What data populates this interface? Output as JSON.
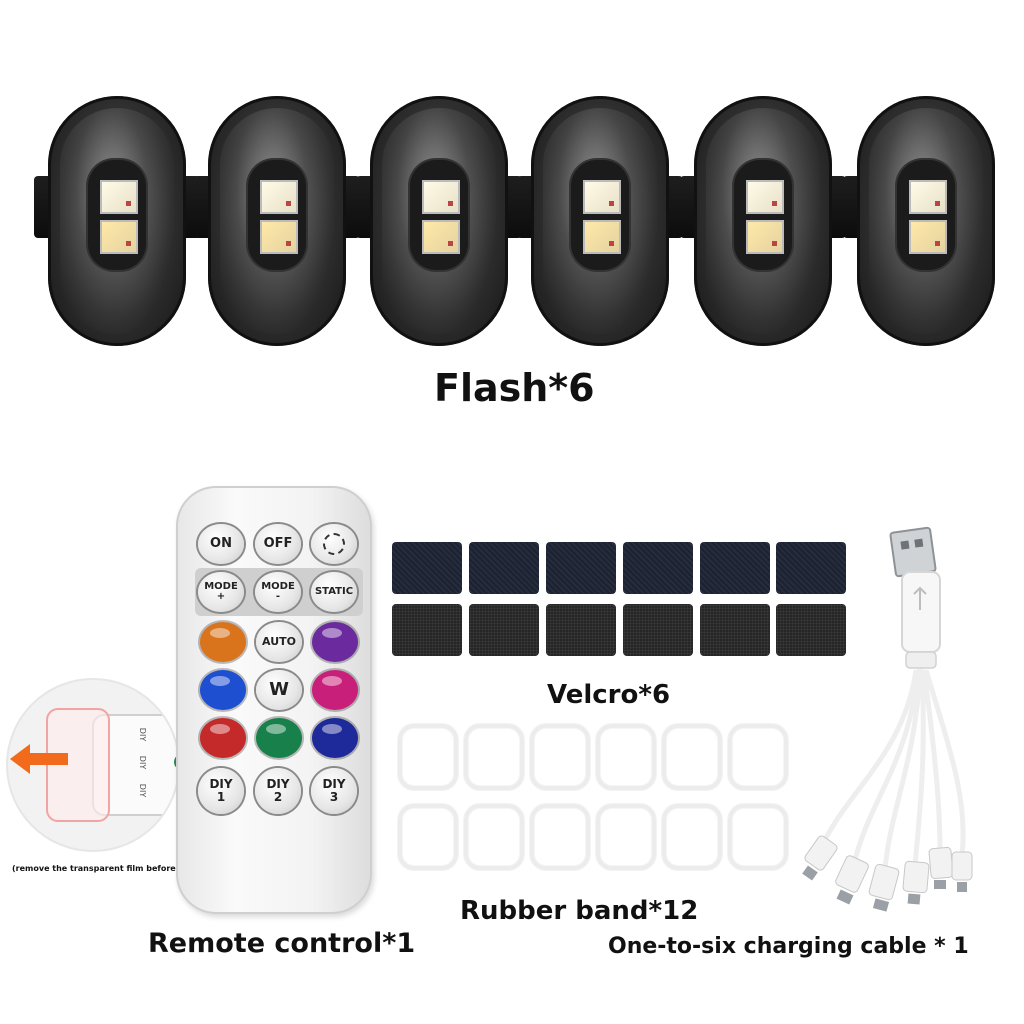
{
  "labels": {
    "flash": "Flash*6",
    "velcro": "Velcro*6",
    "rubber_band": "Rubber band*12",
    "remote": "Remote control*1",
    "cable": "One-to-six charging cable * 1",
    "film_note": "(remove the transparent film before use)"
  },
  "remote": {
    "row1": [
      "ON",
      "OFF"
    ],
    "row2": [
      "MODE\n+",
      "MODE\n-",
      "STATIC"
    ],
    "auto": "AUTO",
    "white": "W",
    "diy": [
      "DIY\n1",
      "DIY\n2",
      "DIY\n3"
    ],
    "colors": {
      "orange": "#d9731c",
      "purple": "#6b2a9e",
      "blue": "#1f4fd1",
      "magenta": "#c8207a",
      "red": "#c42a2a",
      "green": "#18804a",
      "navy": "#1e2a9a"
    }
  },
  "inset": {
    "diy_marks": [
      "DIY",
      "DIY",
      "DIY"
    ],
    "arrow_color": "#f26a1b"
  }
}
